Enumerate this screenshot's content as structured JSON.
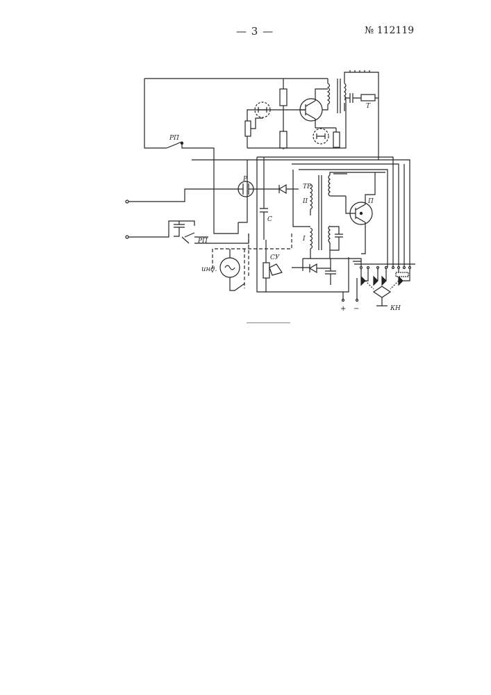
{
  "header": {
    "page_number": "— 3 —",
    "patent_number": "№ 112119"
  },
  "diagram_labels": {
    "relay_contact_top": "РП",
    "relay_contact_bottom": "РП",
    "relay": "Р",
    "capacitor": "С",
    "transformer": "ТР",
    "winding_2": "II",
    "winding_1": "I",
    "transistor": "П",
    "phone": "Т",
    "inductor_generator": "инд.",
    "sound_unit": "СУ",
    "plus_terminal": "+",
    "minus_terminal": "−",
    "button": "КН"
  }
}
